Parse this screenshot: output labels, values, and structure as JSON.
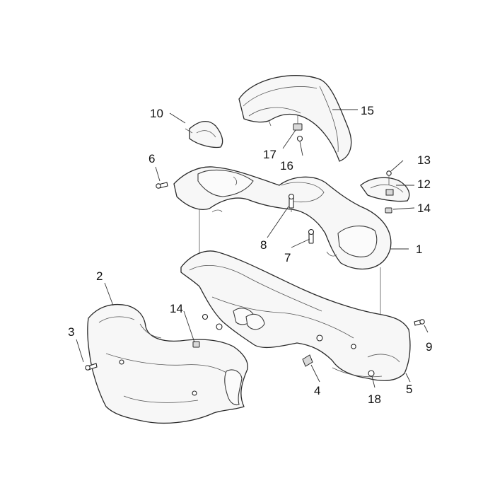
{
  "callouts": [
    {
      "id": "c1",
      "label": "1"
    },
    {
      "id": "c2",
      "label": "2"
    },
    {
      "id": "c3",
      "label": "3"
    },
    {
      "id": "c4",
      "label": "4"
    },
    {
      "id": "c5",
      "label": "5"
    },
    {
      "id": "c6",
      "label": "6"
    },
    {
      "id": "c7",
      "label": "7"
    },
    {
      "id": "c8",
      "label": "8"
    },
    {
      "id": "c9",
      "label": "9"
    },
    {
      "id": "c10",
      "label": "10"
    },
    {
      "id": "c12",
      "label": "12"
    },
    {
      "id": "c13",
      "label": "13"
    },
    {
      "id": "c14a",
      "label": "14"
    },
    {
      "id": "c14b",
      "label": "14"
    },
    {
      "id": "c15",
      "label": "15"
    },
    {
      "id": "c16",
      "label": "16"
    },
    {
      "id": "c17",
      "label": "17"
    },
    {
      "id": "c18",
      "label": "18"
    }
  ]
}
